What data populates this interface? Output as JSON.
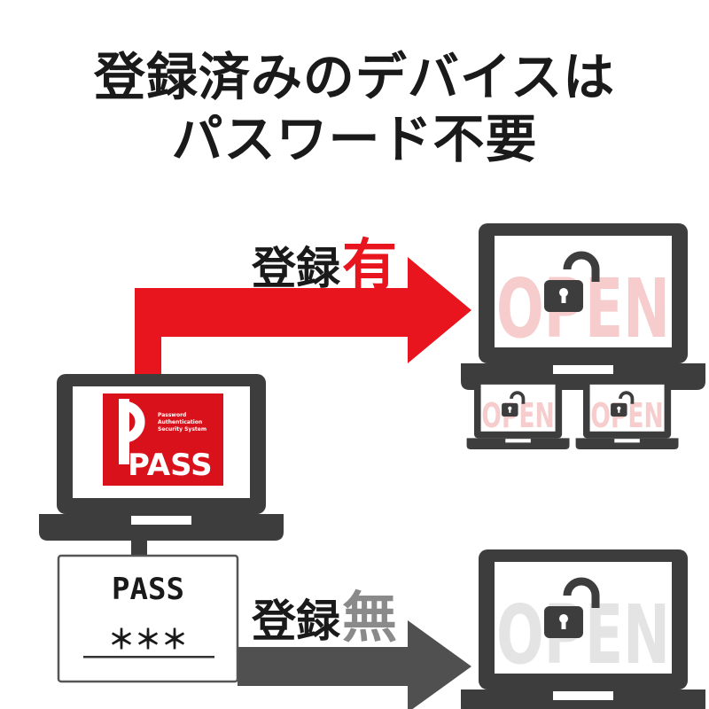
{
  "title": {
    "line1": "登録済みのデバイスは",
    "line2": "パスワード不要"
  },
  "registered_label": {
    "main": "登録",
    "accent": "有"
  },
  "unregistered_label": {
    "main": "登録",
    "accent": "無"
  },
  "screen_text": "OPEN",
  "logo": {
    "text": "PASS",
    "subtitle": [
      "Password",
      "Authentication",
      "Security System"
    ]
  },
  "password_box": {
    "label": "PASS",
    "value": "＊＊＊"
  },
  "colors": {
    "red": "#e8141e",
    "dark": "#3d3d3d",
    "gray_arrow": "#505050",
    "open_pink": "#f6cccc",
    "open_gray": "#e4e4e4",
    "accent_gray": "#8a8a8a"
  }
}
